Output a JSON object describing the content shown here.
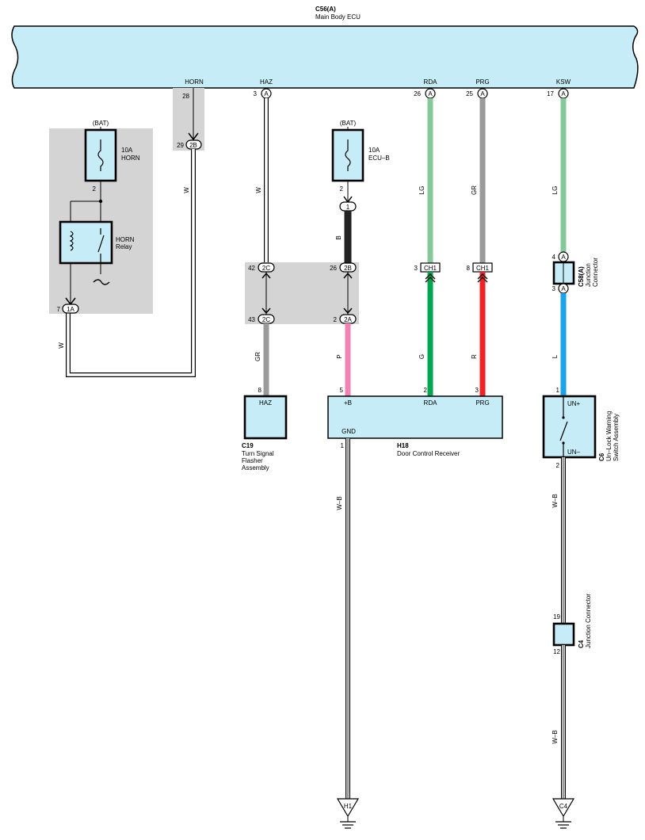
{
  "ecu": {
    "connector": "C56(A)",
    "name": "Main Body ECU"
  },
  "terminals": {
    "horn": {
      "name": "HORN",
      "pin": "28"
    },
    "haz": {
      "name": "HAZ",
      "pin": "3",
      "conn": "A"
    },
    "rda": {
      "name": "RDA",
      "pin": "26",
      "conn": "A"
    },
    "prg": {
      "name": "PRG",
      "pin": "25",
      "conn": "A"
    },
    "ksw": {
      "name": "KSW",
      "pin": "17",
      "conn": "A"
    }
  },
  "bat_horn": {
    "label": "(BAT)",
    "fuse_amp": "10A",
    "fuse_name": "HORN",
    "pin": "2"
  },
  "horn_relay": {
    "line1": "HORN",
    "line2": "Relay"
  },
  "bat_ecub": {
    "label": "(BAT)",
    "fuse_amp": "10A",
    "fuse_name": "ECU–B",
    "pin": "2"
  },
  "junctions": {
    "j1a": {
      "pin": "7",
      "conn": "1A"
    },
    "j2b_horn": {
      "pin": "29",
      "conn": "2B"
    },
    "j2c_top": {
      "pin": "42",
      "conn": "2C"
    },
    "j2c_bot": {
      "pin": "43",
      "conn": "2C"
    },
    "j2b_top": {
      "pin": "26",
      "conn": "2B"
    },
    "j2a_bot": {
      "pin": "2",
      "conn": "2A"
    },
    "j1": {
      "conn": "1"
    },
    "ch1_rda": {
      "pin": "3",
      "conn": "CH1"
    },
    "ch1_prg": {
      "pin": "8",
      "conn": "CH1"
    },
    "c58_top": {
      "pin": "4",
      "conn": "A"
    },
    "c58_bot": {
      "pin": "3",
      "conn": "A"
    },
    "c4_top": {
      "pin": "19"
    },
    "c4_bot": {
      "pin": "12"
    }
  },
  "wires": {
    "horn_w": "W",
    "relay_w": "W",
    "haz_w": "W",
    "haz_gr": "GR",
    "ecub_b": "B",
    "ecub_p": "P",
    "rda_lg": "LG",
    "rda_g": "G",
    "prg_gr": "GR",
    "prg_r": "R",
    "ksw_lg": "LG",
    "ksw_l": "L",
    "gnd_wb": "W–B",
    "sw_wb1": "W–B",
    "sw_wb2": "W–B"
  },
  "c19": {
    "terminal": "HAZ",
    "pin": "8",
    "connector": "C19",
    "line1": "Turn Signal",
    "line2": "Flasher",
    "line3": "Assembly"
  },
  "h18": {
    "connector": "H18",
    "name": "Door Control Receiver",
    "pins": {
      "b": "5",
      "rda": "2",
      "prg": "3",
      "gnd": "1"
    },
    "labels": {
      "b": "+B",
      "rda": "RDA",
      "prg": "PRG",
      "gnd": "GND"
    }
  },
  "c58": {
    "connector": "C58(A)",
    "line1": "Junction",
    "line2": "Connector"
  },
  "c6": {
    "connector": "C6",
    "line1": "Un–Lock Warning",
    "line2": "Switch Assembly",
    "t_plus": "UN+",
    "t_minus": "UN–",
    "pin_top": "1",
    "pin_bot": "2"
  },
  "c4": {
    "connector": "C4",
    "name": "Junction Connector"
  },
  "grounds": {
    "h1": "H1",
    "c4": "C4"
  },
  "colors": {
    "ecu_fill": "#c6ecf7",
    "gray_zone": "#d4d4d4",
    "LG": "#85c99a",
    "G": "#00a650",
    "GR": "#9a9a9a",
    "R": "#ee2424",
    "L": "#1aa3e8",
    "P": "#f282b4",
    "B": "#222222",
    "W": "#ffffff"
  }
}
